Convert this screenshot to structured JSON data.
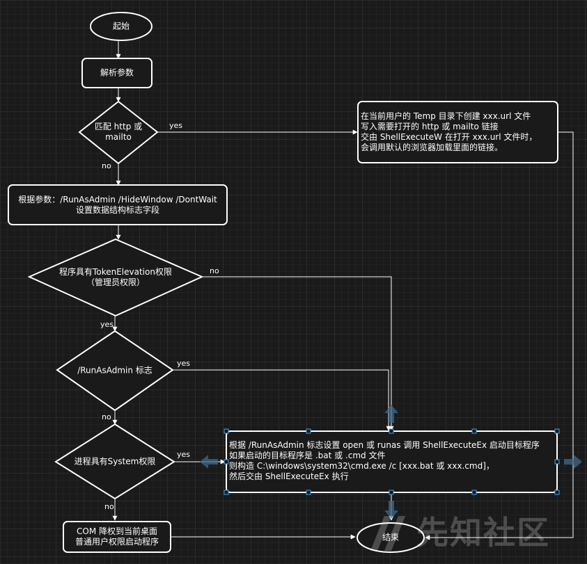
{
  "nodes": {
    "start": "起始",
    "parse": "解析参数",
    "match": [
      "匹配 http 或",
      "mailto"
    ],
    "url_file": [
      "在当前用户的 Temp 目录下创建 xxx.url 文件",
      "写入需要打开的 http 或 mailto 链接",
      "交由 ShellExecuteW 在打开 xxx.url 文件时，",
      "会调用默认的浏览器加载里面的链接。"
    ],
    "flags": [
      "根据参数：/RunAsAdmin /HideWindow /DontWait",
      "设置数据结构标志字段"
    ],
    "token": [
      "程序具有TokenElevation权限",
      "（管理员权限）"
    ],
    "runas_flag": "/RunAsAdmin 标志",
    "system": "进程具有System权限",
    "execute": [
      "根据 /RunAsAdmin 标志设置 open 或 runas 调用 ShellExecuteEx 启动目标程序",
      "如果启动的目标程序是 .bat 或 .cmd 文件",
      "则构造 C:\\windows\\system32\\cmd.exe /c [xxx.bat 或 xxx.cmd]，",
      "然后交由 ShellExecuteEx 执行"
    ],
    "com": [
      "COM 降权到当前桌面",
      "普通用户权限启动程序"
    ],
    "end": "结束"
  },
  "edges": {
    "match_yes": "yes",
    "match_no": "no",
    "token_no": "no",
    "token_yes": "yes",
    "runas_yes": "yes",
    "runas_no": "no",
    "system_yes": "yes",
    "system_no": "no"
  },
  "watermark": "先知社区",
  "colors": {
    "background": "#1a1a1a",
    "stroke": "#ffffff",
    "selection": "#4aa3df"
  }
}
